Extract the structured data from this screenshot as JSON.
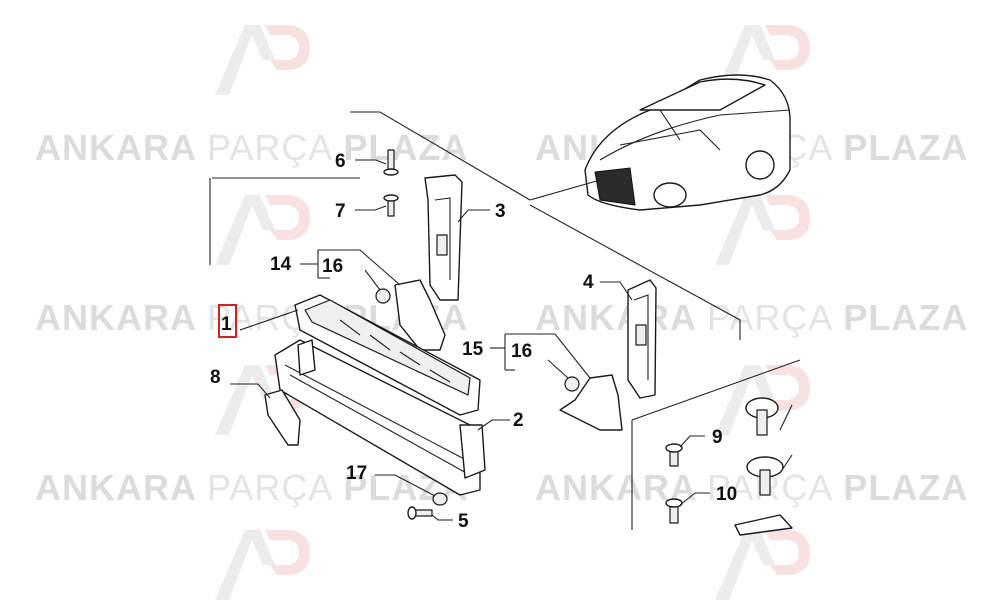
{
  "watermark": {
    "word1": "ANKARA",
    "word2": "PARÇA",
    "word3": "PLAZA",
    "logo": "AP"
  },
  "callouts": [
    {
      "id": "c1",
      "label": "1",
      "highlighted": true
    },
    {
      "id": "c2",
      "label": "2"
    },
    {
      "id": "c3",
      "label": "3"
    },
    {
      "id": "c4",
      "label": "4"
    },
    {
      "id": "c5",
      "label": "5"
    },
    {
      "id": "c6",
      "label": "6"
    },
    {
      "id": "c7",
      "label": "7"
    },
    {
      "id": "c8",
      "label": "8"
    },
    {
      "id": "c9",
      "label": "9"
    },
    {
      "id": "c10",
      "label": "10"
    },
    {
      "id": "c14",
      "label": "14"
    },
    {
      "id": "c15",
      "label": "15"
    },
    {
      "id": "c16a",
      "label": "16"
    },
    {
      "id": "c16b",
      "label": "16"
    },
    {
      "id": "c17",
      "label": "17"
    }
  ],
  "colors": {
    "highlight": "#d62020",
    "watermark": "#dcdcdc",
    "logo_red": "#f3c9c9"
  }
}
